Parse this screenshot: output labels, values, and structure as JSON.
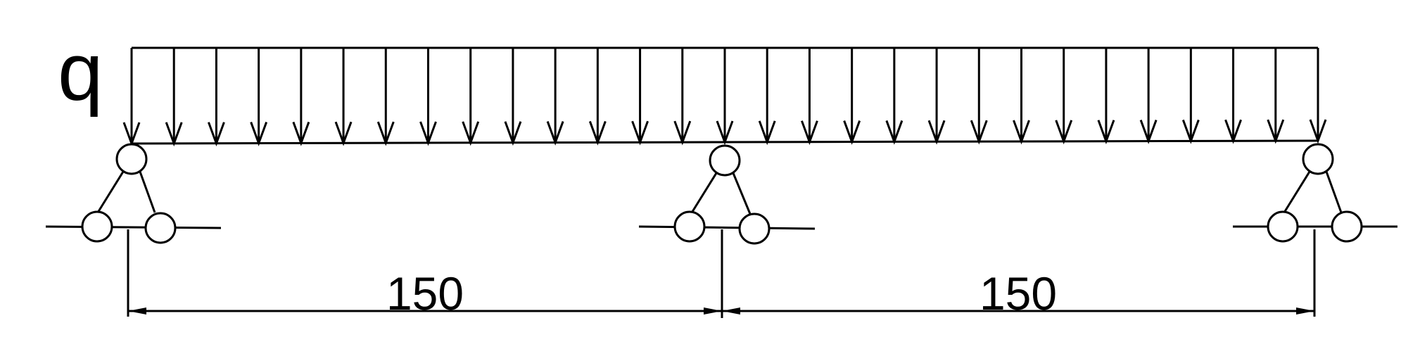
{
  "load": {
    "label": "q",
    "type": "uniformly distributed"
  },
  "supports": [
    {
      "name": "left-support",
      "type": "pin-roller"
    },
    {
      "name": "middle-support",
      "type": "pin-roller"
    },
    {
      "name": "right-support",
      "type": "pin-roller"
    }
  ],
  "spans": [
    {
      "length": 150,
      "label": "150"
    },
    {
      "length": 150,
      "label": "150"
    }
  ],
  "colors": {
    "line": "#000000",
    "background": "#ffffff"
  }
}
